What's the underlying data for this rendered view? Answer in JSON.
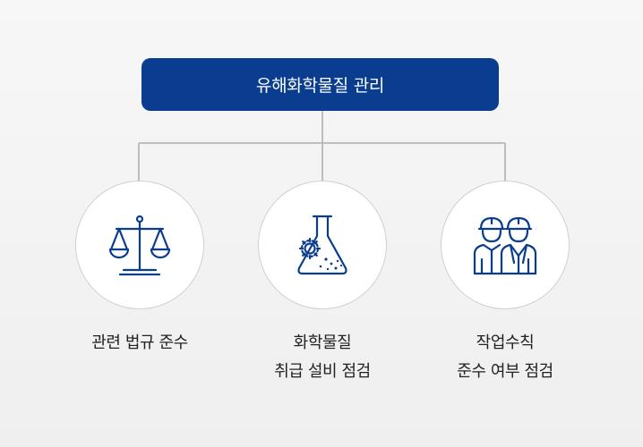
{
  "diagram": {
    "title": "유해화학물질 관리",
    "accent_color": "#0a3d8f",
    "connector_color": "#bdbdbd",
    "items": [
      {
        "icon": "balance-scale-icon",
        "lines": [
          "관련 법규 준수"
        ]
      },
      {
        "icon": "flask-gear-icon",
        "lines": [
          "화학물질",
          "취급 설비 점검"
        ]
      },
      {
        "icon": "workers-helmet-icon",
        "lines": [
          "작업수칙",
          "준수 여부 점검"
        ]
      }
    ]
  }
}
